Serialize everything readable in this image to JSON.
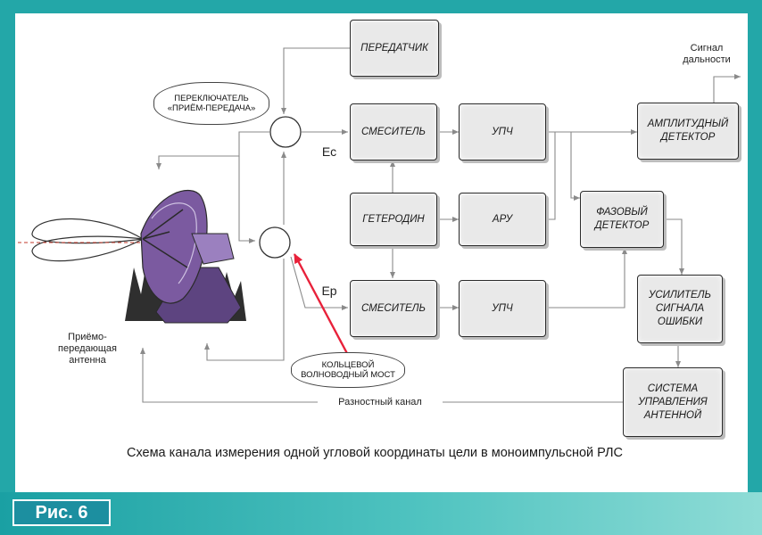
{
  "blocks": {
    "transmitter": "ПЕРЕДАТЧИК",
    "mixer_top": "СМЕСИТЕЛЬ",
    "upch_top": "УПЧ",
    "amp_detector": "АМПЛИТУДНЫЙ ДЕТЕКТОР",
    "heterodyne": "ГЕТЕРОДИН",
    "aru": "АРУ",
    "phase_detector": "ФАЗОВЫЙ ДЕТЕКТОР",
    "mixer_bottom": "СМЕСИТЕЛЬ",
    "upch_bottom": "УПЧ",
    "error_amp": "УСИЛИТЕЛЬ СИГНАЛА ОШИБКИ",
    "antenna_control": "СИСТЕМА УПРАВЛЕНИЯ АНТЕННОЙ"
  },
  "labels": {
    "switch_cloud": "ПЕРЕКЛЮЧАТЕЛЬ «ПРИЁМ-ПЕРЕДАЧА»",
    "waveguide_cloud": "КОЛЬЦЕВОЙ ВОЛНОВОДНЫЙ МОСТ",
    "ec": "Ec",
    "ep": "Ep",
    "range_signal": "Сигнал дальности",
    "antenna": "Приёмо- передающая антенна",
    "diff_channel": "Разностный канал"
  },
  "caption": "Схема канала измерения одной угловой координаты цели в моноимпульсной РЛС",
  "figure_label": "Рис. 6",
  "colors": {
    "frame": "#23a7a8",
    "block_fill": "#e9e9e9",
    "arrow_red": "#e8213a",
    "antenna_purple": "#6a4d8a"
  }
}
